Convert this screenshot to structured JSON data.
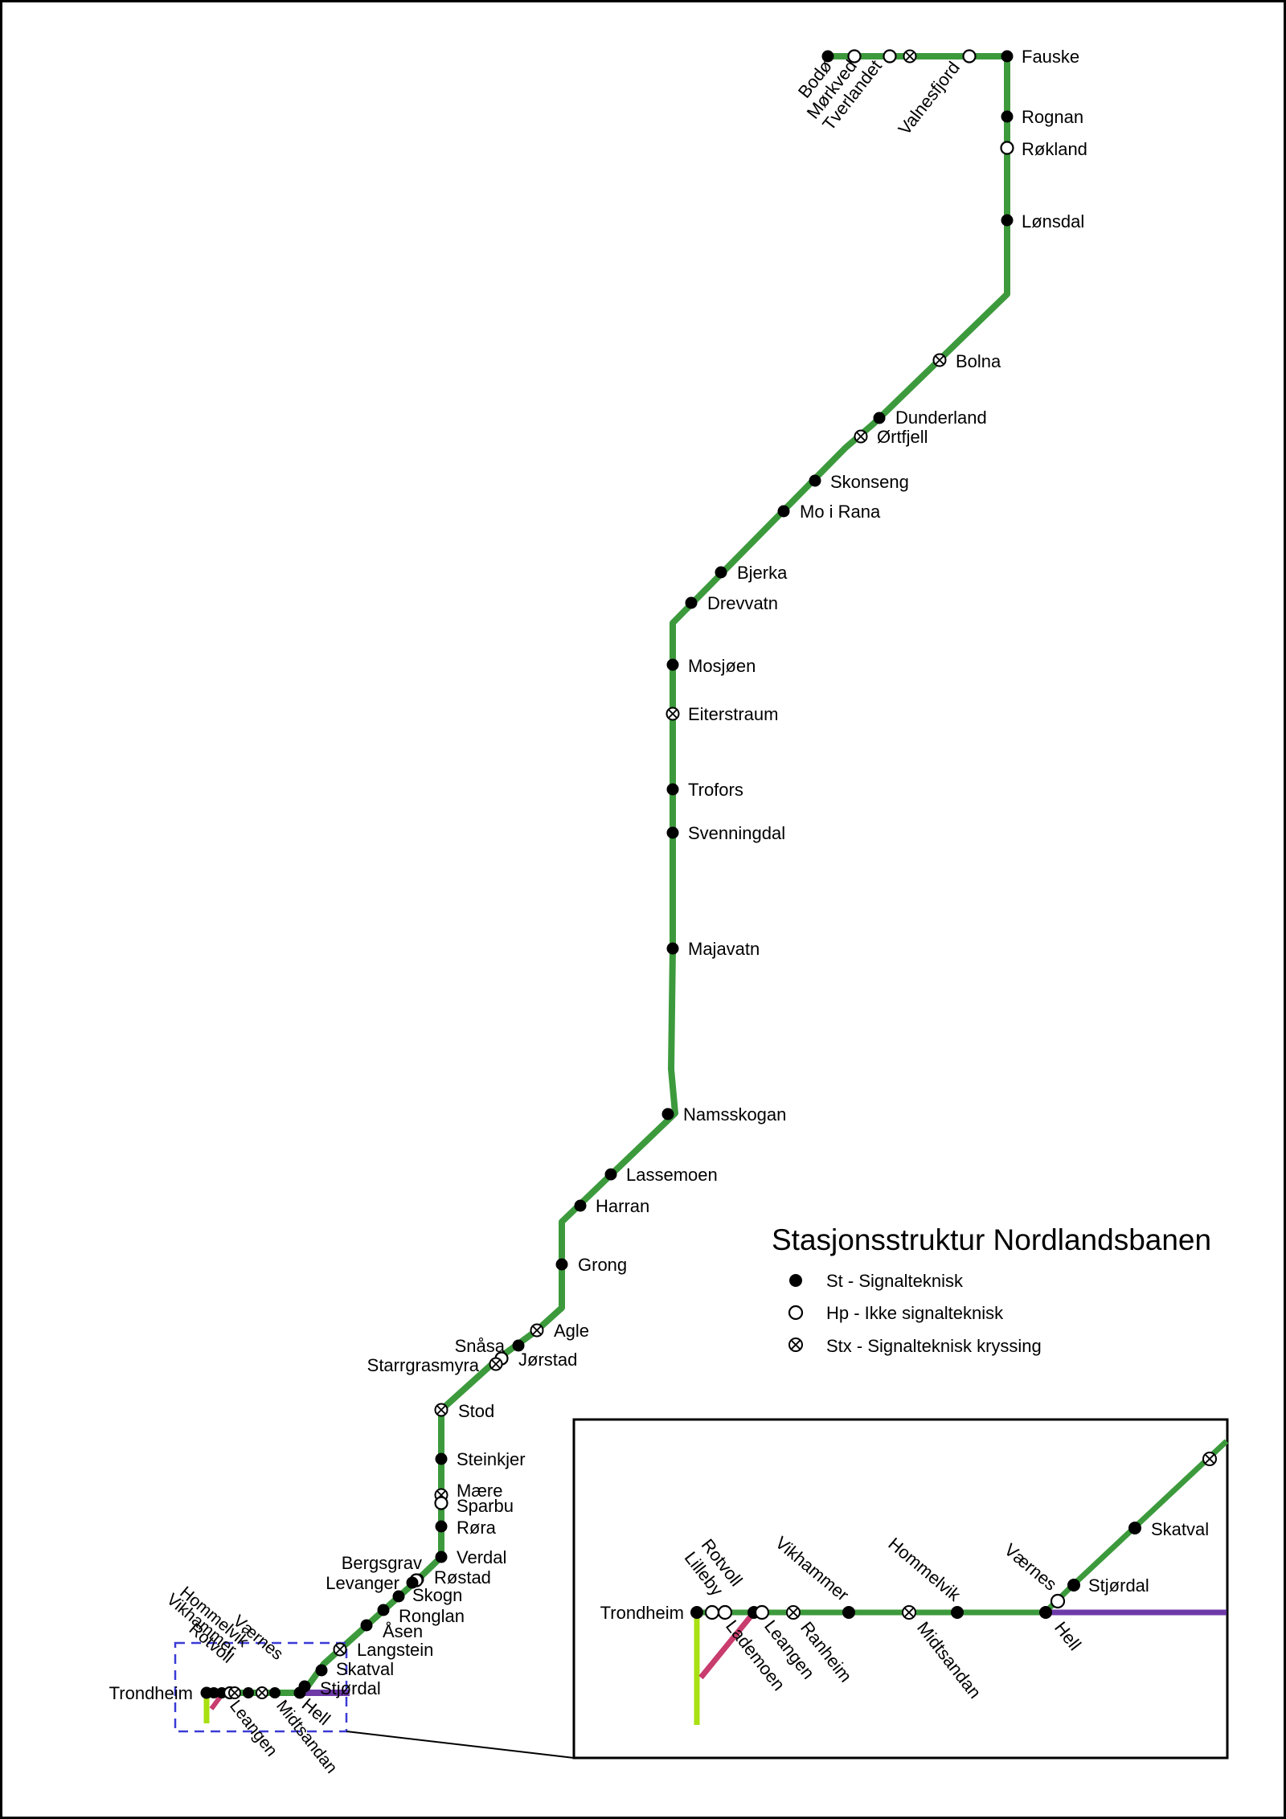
{
  "title": "Stasjonsstruktur Nordlandsbanen",
  "legend": [
    {
      "type": "st",
      "label": "St - Signalteknisk"
    },
    {
      "type": "hp",
      "label": "Hp - Ikke signalteknisk"
    },
    {
      "type": "stx",
      "label": "Stx - Signalteknisk kryssing"
    }
  ],
  "colors": {
    "main_line": "#3c9a3c",
    "meraker_line": "#6e3aa8",
    "stavne_line": "#c83c6e",
    "dovre_line": "#a8e010",
    "frame": "#000000",
    "zoom_box": "#3b3bd6"
  },
  "stations": [
    {
      "name": "Bodø",
      "type": "st"
    },
    {
      "name": "Mørkved",
      "type": "hp"
    },
    {
      "name": "Tverlandet",
      "type": "hp"
    },
    {
      "name": "Valnesfjord",
      "type": "stx"
    },
    {
      "name": "",
      "type": "hp"
    },
    {
      "name": "Fauske",
      "type": "st"
    },
    {
      "name": "Rognan",
      "type": "st"
    },
    {
      "name": "Røkland",
      "type": "hp"
    },
    {
      "name": "Lønsdal",
      "type": "st"
    },
    {
      "name": "Bolna",
      "type": "stx"
    },
    {
      "name": "Dunderland",
      "type": "st"
    },
    {
      "name": "Ørtfjell",
      "type": "stx"
    },
    {
      "name": "Skonseng",
      "type": "st"
    },
    {
      "name": "Mo i Rana",
      "type": "st"
    },
    {
      "name": "Bjerka",
      "type": "st"
    },
    {
      "name": "Drevvatn",
      "type": "st"
    },
    {
      "name": "Mosjøen",
      "type": "st"
    },
    {
      "name": "Eiterstraum",
      "type": "stx"
    },
    {
      "name": "Trofors",
      "type": "st"
    },
    {
      "name": "Svenningdal",
      "type": "st"
    },
    {
      "name": "Majavatn",
      "type": "st"
    },
    {
      "name": "Namsskogan",
      "type": "st"
    },
    {
      "name": "Lassemoen",
      "type": "st"
    },
    {
      "name": "Harran",
      "type": "st"
    },
    {
      "name": "Grong",
      "type": "st"
    },
    {
      "name": "Agle",
      "type": "stx"
    },
    {
      "name": "Snåsa",
      "type": "st"
    },
    {
      "name": "Jørstad",
      "type": "hp"
    },
    {
      "name": "Starrgrasmyra",
      "type": "stx"
    },
    {
      "name": "Stod",
      "type": "stx"
    },
    {
      "name": "Steinkjer",
      "type": "st"
    },
    {
      "name": "Mære",
      "type": "stx"
    },
    {
      "name": "Sparbu",
      "type": "hp"
    },
    {
      "name": "Røra",
      "type": "st"
    },
    {
      "name": "Verdal",
      "type": "st"
    },
    {
      "name": "Bergsgrav",
      "type": "st"
    },
    {
      "name": "Røstad",
      "type": "hp"
    },
    {
      "name": "Levanger",
      "type": "st"
    },
    {
      "name": "Skogn",
      "type": "st"
    },
    {
      "name": "Ronglan",
      "type": "st"
    },
    {
      "name": "Åsen",
      "type": "st"
    },
    {
      "name": "Langstein",
      "type": "stx"
    },
    {
      "name": "Skatval",
      "type": "st"
    },
    {
      "name": "Stjørdal",
      "type": "st"
    },
    {
      "name": "Hell",
      "type": "st"
    },
    {
      "name": "Trondheim",
      "type": "st"
    }
  ],
  "overview_small_labels": [
    "Værnes",
    "Hommelvik",
    "Vikhammer",
    "Rotvoll",
    "Leangen",
    "Midtsandan",
    "Hell"
  ],
  "inset": {
    "stations": [
      {
        "name": "Trondheim",
        "type": "st"
      },
      {
        "name": "Lilleby",
        "type": "hp"
      },
      {
        "name": "Rotvoll",
        "type": "hp"
      },
      {
        "name": "Lademoen",
        "type": "st"
      },
      {
        "name": "Leangen",
        "type": "hp"
      },
      {
        "name": "Vikhammer",
        "type": "stx"
      },
      {
        "name": "Ranheim",
        "type": "stx"
      },
      {
        "name": "",
        "type": "st"
      },
      {
        "name": "Hommelvik",
        "type": "stx"
      },
      {
        "name": "Midtsandan",
        "type": "st"
      },
      {
        "name": "Hell",
        "type": "st"
      },
      {
        "name": "Værnes",
        "type": "hp"
      },
      {
        "name": "Stjørdal",
        "type": "st"
      },
      {
        "name": "Skatval",
        "type": "st"
      },
      {
        "name": "",
        "type": "stx"
      }
    ]
  }
}
